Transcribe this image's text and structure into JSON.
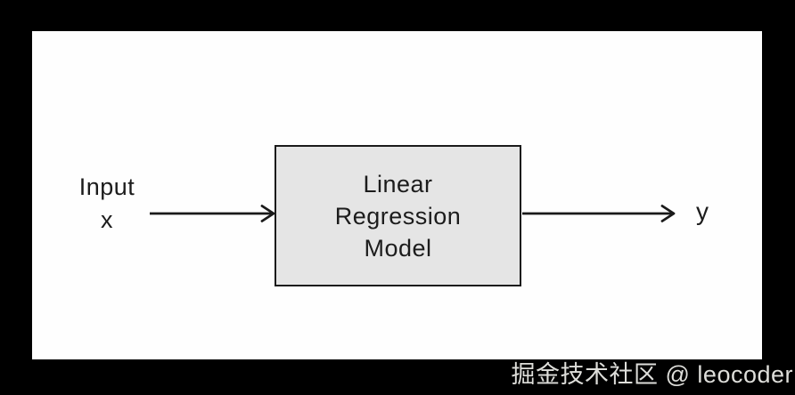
{
  "diagram": {
    "input": {
      "line1": "Input",
      "line2": "x"
    },
    "model_box": {
      "line1": "Linear",
      "line2": "Regression",
      "line3": "Model"
    },
    "output": {
      "label": "y"
    },
    "colors": {
      "frame_background": "#000000",
      "canvas_background": "#fefefe",
      "box_fill": "#e5e5e5",
      "box_border": "#1a1a1a",
      "text": "#1c1c1c",
      "watermark_text": "#dededa"
    }
  },
  "watermark": {
    "text": "掘金技术社区 @ leocoder"
  }
}
